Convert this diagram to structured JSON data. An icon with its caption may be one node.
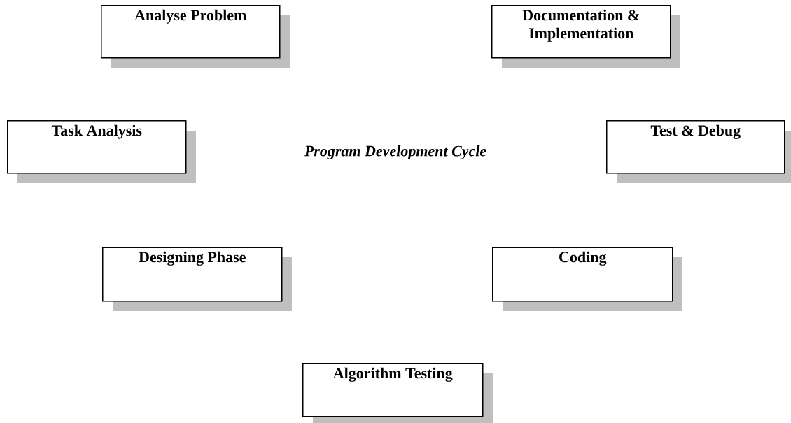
{
  "diagram": {
    "title": "Program Development Cycle",
    "nodes": [
      {
        "text": [
          "Analyse Problem"
        ]
      },
      {
        "text": [
          "Documentation & Implementation"
        ]
      },
      {
        "text": [
          "Task Analysis"
        ]
      },
      {
        "text": [
          "Test & Debug"
        ]
      },
      {
        "text": [
          "Designing Phase"
        ]
      },
      {
        "text": [
          "Coding"
        ]
      },
      {
        "text": [
          "Algorithm Testing"
        ]
      }
    ]
  }
}
